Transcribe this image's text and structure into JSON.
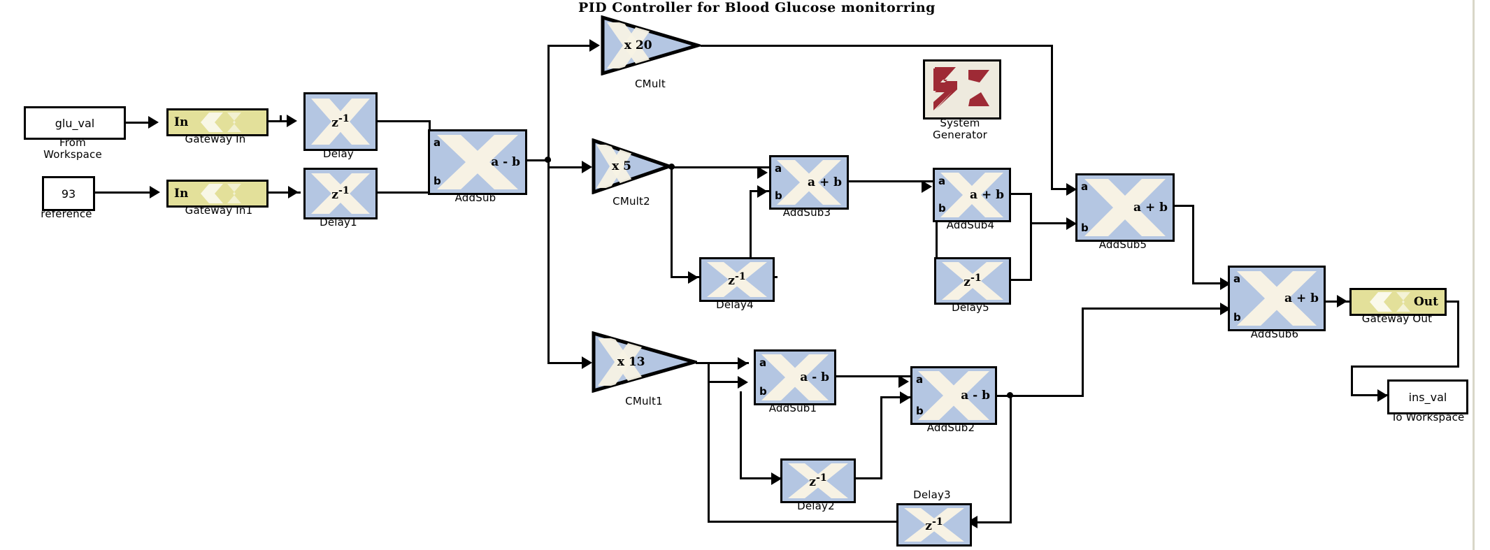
{
  "diagram": {
    "title": "PID Controller for Blood Glucose monitorring",
    "tool": "Xilinx System Generator / Simulink",
    "colors": {
      "block_fill": "#b4c6e2",
      "block_watermark": "#f7f2e4",
      "gateway_fill": "#e3e09a",
      "sysgen_fill": "#eeeade",
      "sysgen_logo": "#9e2a35",
      "wire": "#000000",
      "background": "#ffffff"
    }
  },
  "blocks": {
    "from_workspace": {
      "value": "glu_val",
      "label": "From\nWorkspace",
      "type": "from-workspace"
    },
    "reference": {
      "value": "93",
      "label": "reference",
      "type": "constant"
    },
    "gateway_in": {
      "port": "In",
      "label": "Gateway In",
      "type": "gateway-in"
    },
    "gateway_in1": {
      "port": "In",
      "label": "Gateway In1",
      "type": "gateway-in"
    },
    "delay": {
      "op": "z",
      "exp": "-1",
      "label": "Delay",
      "type": "delay"
    },
    "delay1": {
      "op": "z",
      "exp": "-1",
      "label": "Delay1",
      "type": "delay"
    },
    "delay2": {
      "op": "z",
      "exp": "-1",
      "label": "Delay2",
      "type": "delay"
    },
    "delay3": {
      "op": "z",
      "exp": "-1",
      "label": "Delay3",
      "type": "delay"
    },
    "delay4": {
      "op": "z",
      "exp": "-1",
      "label": "Delay4",
      "type": "delay"
    },
    "delay5": {
      "op": "z",
      "exp": "-1",
      "label": "Delay5",
      "type": "delay"
    },
    "addsub": {
      "op": "a - b",
      "port_a": "a",
      "port_b": "b",
      "label": "AddSub",
      "type": "addsub"
    },
    "addsub1": {
      "op": "a - b",
      "port_a": "a",
      "port_b": "b",
      "label": "AddSub1",
      "type": "addsub"
    },
    "addsub2": {
      "op": "a - b",
      "port_a": "a",
      "port_b": "b",
      "label": "AddSub2",
      "type": "addsub"
    },
    "addsub3": {
      "op": "a + b",
      "port_a": "a",
      "port_b": "b",
      "label": "AddSub3",
      "type": "addsub"
    },
    "addsub4": {
      "op": "a + b",
      "port_a": "a",
      "port_b": "b",
      "label": "AddSub4",
      "type": "addsub"
    },
    "addsub5": {
      "op": "a + b",
      "port_a": "a",
      "port_b": "b",
      "label": "AddSub5",
      "type": "addsub"
    },
    "addsub6": {
      "op": "a + b",
      "port_a": "a",
      "port_b": "b",
      "label": "AddSub6",
      "type": "addsub"
    },
    "cmult": {
      "gain": "x 20",
      "label": "CMult",
      "type": "cmult"
    },
    "cmult1": {
      "gain": "x 13",
      "label": "CMult1",
      "type": "cmult"
    },
    "cmult2": {
      "gain": "x 5",
      "label": "CMult2",
      "type": "cmult"
    },
    "system_generator": {
      "label": "System\nGenerator",
      "type": "system-generator"
    },
    "gateway_out": {
      "port": "Out",
      "label": "Gateway Out",
      "type": "gateway-out"
    },
    "to_workspace": {
      "value": "ins_val",
      "label": "To Workspace",
      "type": "to-workspace"
    }
  }
}
